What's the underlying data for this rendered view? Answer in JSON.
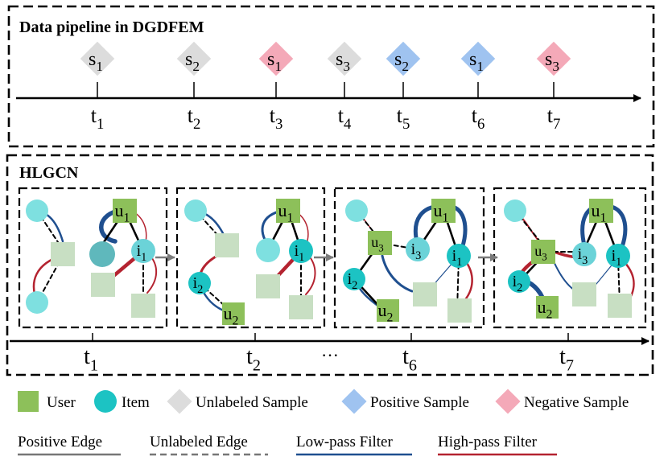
{
  "pipeline": {
    "title": "Data pipeline in DGDFEM",
    "events": [
      {
        "sample": "s",
        "sample_sub": "1",
        "time": "t",
        "time_sub": "1",
        "kind": "unlabeled"
      },
      {
        "sample": "s",
        "sample_sub": "2",
        "time": "t",
        "time_sub": "2",
        "kind": "unlabeled"
      },
      {
        "sample": "s",
        "sample_sub": "1",
        "time": "t",
        "time_sub": "3",
        "kind": "negative"
      },
      {
        "sample": "s",
        "sample_sub": "3",
        "time": "t",
        "time_sub": "4",
        "kind": "unlabeled"
      },
      {
        "sample": "s",
        "sample_sub": "2",
        "time": "t",
        "time_sub": "5",
        "kind": "positive"
      },
      {
        "sample": "s",
        "sample_sub": "1",
        "time": "t",
        "time_sub": "6",
        "kind": "positive"
      },
      {
        "sample": "s",
        "sample_sub": "3",
        "time": "t",
        "time_sub": "7",
        "kind": "negative"
      }
    ]
  },
  "hlgcn": {
    "title": "HLGCN",
    "time_labels": [
      {
        "t": "t",
        "sub": "1"
      },
      {
        "t": "t",
        "sub": "2"
      },
      {
        "t": "t",
        "sub": "6"
      },
      {
        "t": "t",
        "sub": "7"
      }
    ],
    "ellipsis": "···",
    "node_labels": {
      "user": "u",
      "item": "i",
      "u1_sub": "1",
      "u2_sub": "2",
      "u3_sub": "3",
      "i1_sub": "1",
      "i2_sub": "2",
      "i3_sub": "3"
    }
  },
  "legend": {
    "user": "User",
    "item": "Item",
    "unlabeled": "Unlabeled Sample",
    "positive": "Positive Sample",
    "negative": "Negative Sample",
    "positive_edge": "Positive Edge",
    "unlabeled_edge": "Unlabeled Edge",
    "low_pass": "Low-pass Filter",
    "high_pass": "High-pass Filter"
  },
  "colors": {
    "user": "#8dc05a",
    "user_light": "#c8dfc3",
    "item": "#1cc3c3",
    "item_light": "#7ee0e0",
    "unlabeled": "#dcdcdc",
    "positive": "#9fc3f0",
    "negative": "#f4a9b8",
    "low_pass": "#1f4f8f",
    "high_pass": "#b42330",
    "positive_edge": "#777777"
  }
}
